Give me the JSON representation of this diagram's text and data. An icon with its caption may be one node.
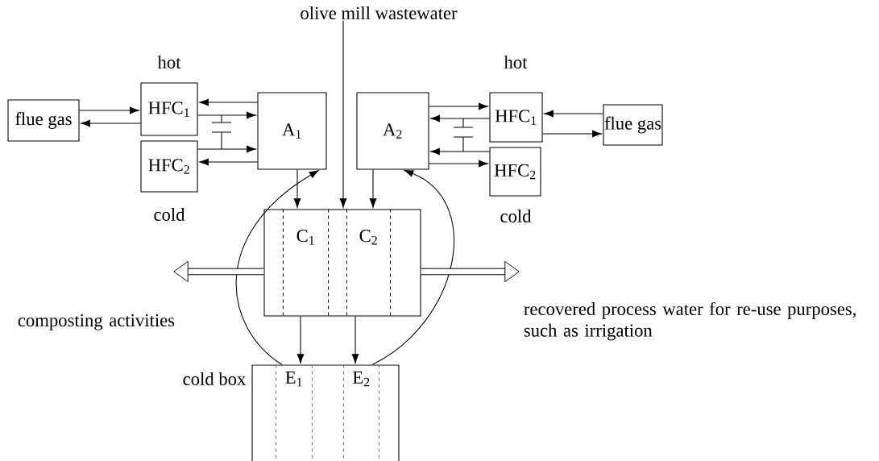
{
  "diagram": {
    "nodes": [
      {
        "text": [
          "flue gas"
        ]
      },
      {
        "text": [
          "HFC$_{1}$"
        ],
        "beside": [
          "hot"
        ]
      },
      {
        "text": [
          "HFC$_{2}$"
        ],
        "beside": [
          "cold"
        ]
      },
      {
        "text": [
          "A$_{1}$"
        ]
      },
      {
        "text": [
          "A$_{2}$"
        ]
      },
      {
        "text": [
          "HFC$_{1}$"
        ],
        "beside": [
          "hot"
        ]
      },
      {
        "text": [
          "HFC$_{2}$"
        ],
        "beside": [
          "cold"
        ]
      },
      {
        "text": [
          "flue gas"
        ]
      },
      {
        "text": [],
        "shape": "box"
      },
      {
        "text": [
          "C$_{1}$"
        ],
        "in": 8
      },
      {
        "text": [
          "C$_{2}$"
        ],
        "in": 8
      },
      {
        "text": [],
        "shape": "box",
        "beside": [
          "cold box"
        ]
      },
      {
        "text": [
          "E$_{1}$"
        ],
        "in": 11
      },
      {
        "text": [
          "E$_{2}$"
        ],
        "in": 11
      },
      {
        "text": [
          "olive mill wastewater"
        ]
      }
    ],
    "edges": [
      {
        "from": 0,
        "to": 1,
        "arrow": "to"
      },
      {
        "from": 1,
        "to": 0,
        "arrow": "to"
      },
      {
        "from": 3,
        "to": 1,
        "arrow": "to"
      },
      {
        "from": 1,
        "to": 3,
        "arrow": "to"
      },
      {
        "from": 2,
        "to": 3,
        "arrow": "to"
      },
      {
        "from": 3,
        "to": 2,
        "arrow": "to"
      },
      {
        "from": 4,
        "to": 5,
        "arrow": "to"
      },
      {
        "from": 5,
        "to": 4,
        "arrow": "to"
      },
      {
        "from": 6,
        "to": 4,
        "arrow": "to"
      },
      {
        "from": 4,
        "to": 6,
        "arrow": "to"
      },
      {
        "from": 7,
        "to": 5,
        "arrow": "to"
      },
      {
        "from": 5,
        "to": 7,
        "arrow": "to"
      },
      {
        "from": 14,
        "to": 8,
        "arrow": "to"
      },
      {
        "from": 3,
        "to": 9,
        "arrow": "to"
      },
      {
        "from": 4,
        "to": 10,
        "arrow": "to"
      },
      {
        "from": 9,
        "to": 12,
        "arrow": "to"
      },
      {
        "from": 10,
        "to": 13,
        "arrow": "to"
      },
      {
        "from": 12,
        "to": 3,
        "arrow": "to"
      },
      {
        "from": 13,
        "to": 4,
        "arrow": "to"
      },
      {
        "from": 8,
        "to": null,
        "arrow": "to",
        "style": "thick"
      },
      {
        "from": 8,
        "to": null,
        "arrow": "to",
        "style": "thick"
      }
    ],
    "labels": [
      "composting activities",
      "recovered process water for re-use purposes, such as irrigation"
    ]
  }
}
